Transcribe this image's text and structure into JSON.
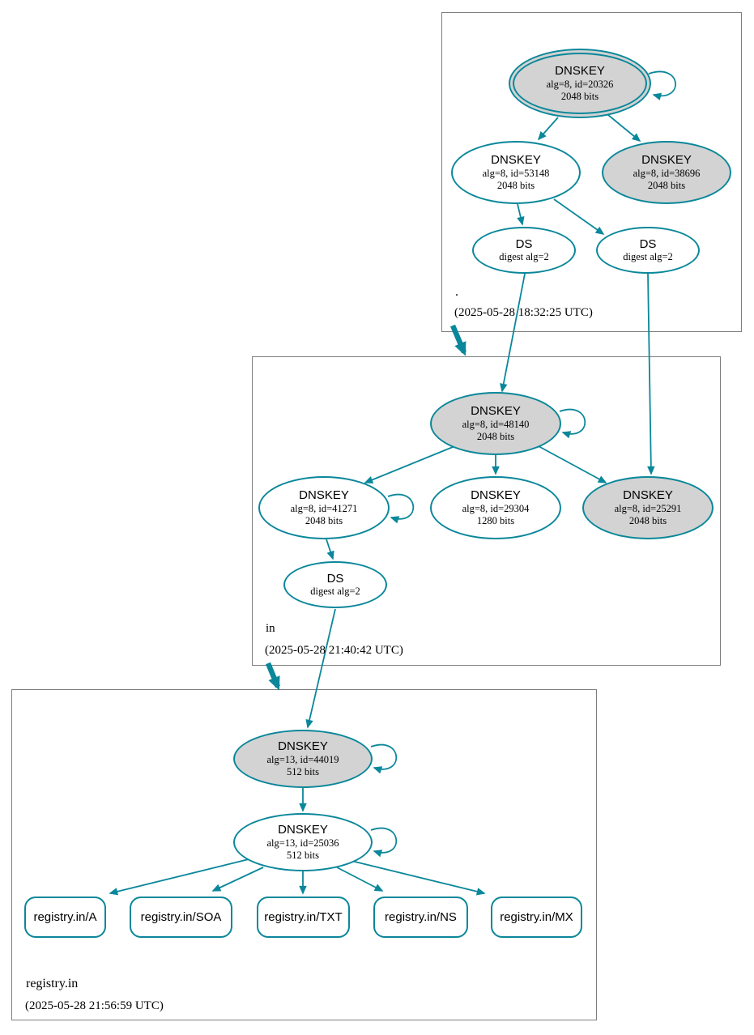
{
  "diagram": {
    "type": "dnssec-authentication-chain",
    "colors": {
      "edge_teal": "#0a879a",
      "node_fill_gray": "#d3d3d3",
      "node_fill_white": "#ffffff",
      "zone_border_gray": "#7e7e7e",
      "text": "#000000"
    }
  },
  "zones": [
    {
      "name": ".",
      "timestamp": "(2025-05-28 18:32:25 UTC)",
      "nodes": {
        "key20326": {
          "title": "DNSKEY",
          "detail1": "alg=8, id=20326",
          "detail2": "2048 bits"
        },
        "key53148": {
          "title": "DNSKEY",
          "detail1": "alg=8, id=53148",
          "detail2": "2048 bits"
        },
        "key38696": {
          "title": "DNSKEY",
          "detail1": "alg=8, id=38696",
          "detail2": "2048 bits"
        },
        "ds1": {
          "title": "DS",
          "detail1": "digest alg=2"
        },
        "ds2": {
          "title": "DS",
          "detail1": "digest alg=2"
        }
      }
    },
    {
      "name": "in",
      "timestamp": "(2025-05-28 21:40:42 UTC)",
      "nodes": {
        "key48140": {
          "title": "DNSKEY",
          "detail1": "alg=8, id=48140",
          "detail2": "2048 bits"
        },
        "key41271": {
          "title": "DNSKEY",
          "detail1": "alg=8, id=41271",
          "detail2": "2048 bits"
        },
        "key29304": {
          "title": "DNSKEY",
          "detail1": "alg=8, id=29304",
          "detail2": "1280 bits"
        },
        "key25291": {
          "title": "DNSKEY",
          "detail1": "alg=8, id=25291",
          "detail2": "2048 bits"
        },
        "ds": {
          "title": "DS",
          "detail1": "digest alg=2"
        }
      }
    },
    {
      "name": "registry.in",
      "timestamp": "(2025-05-28 21:56:59 UTC)",
      "nodes": {
        "key44019": {
          "title": "DNSKEY",
          "detail1": "alg=13, id=44019",
          "detail2": "512 bits"
        },
        "key25036": {
          "title": "DNSKEY",
          "detail1": "alg=13, id=25036",
          "detail2": "512 bits"
        }
      },
      "rrsets": [
        {
          "label": "registry.in/A"
        },
        {
          "label": "registry.in/SOA"
        },
        {
          "label": "registry.in/TXT"
        },
        {
          "label": "registry.in/NS"
        },
        {
          "label": "registry.in/MX"
        }
      ]
    }
  ]
}
